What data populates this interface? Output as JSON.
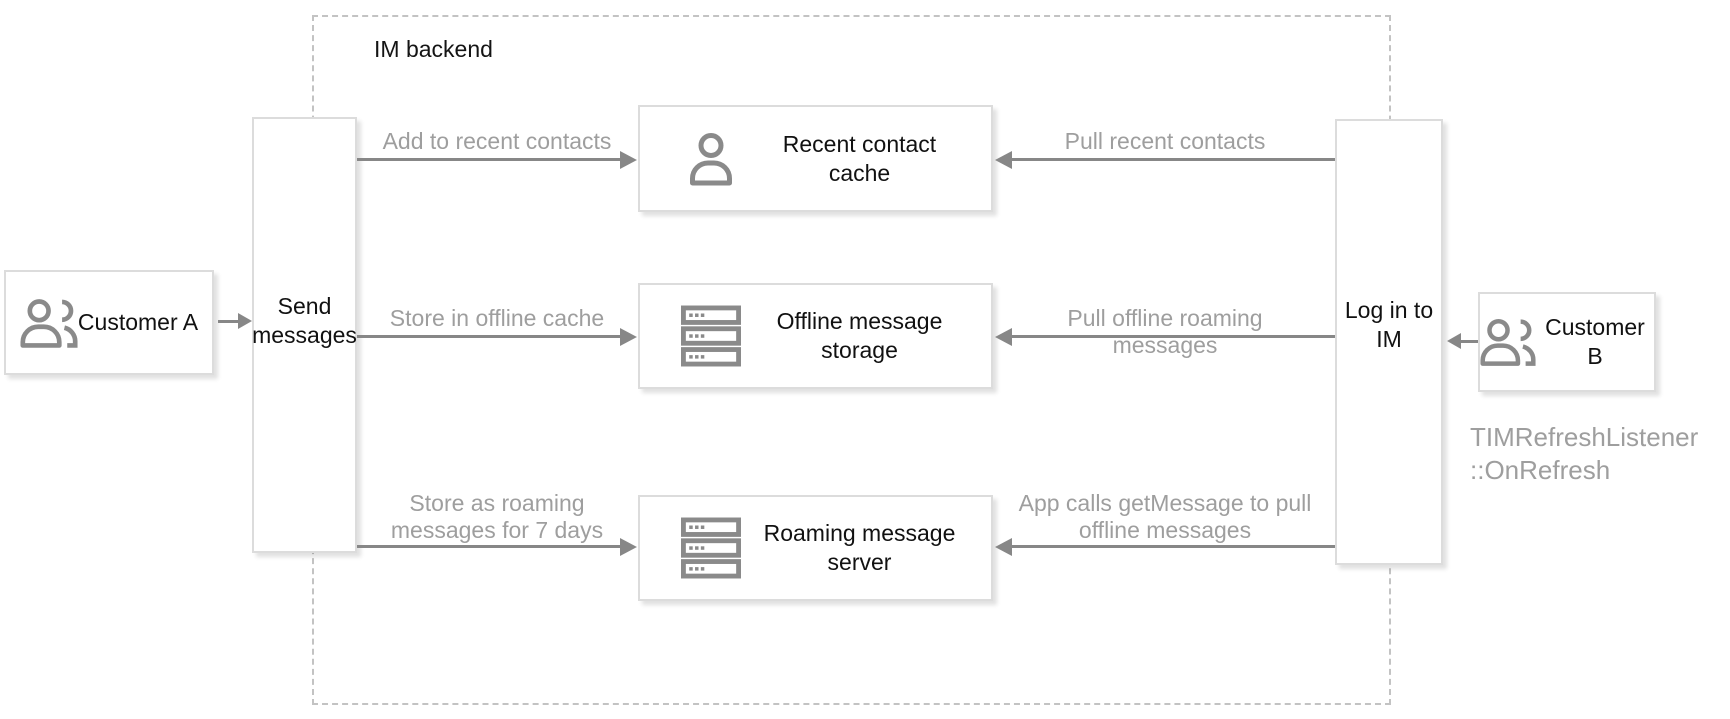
{
  "backend": {
    "label": "IM backend"
  },
  "nodes": {
    "customer_a": {
      "label": "Customer A",
      "icon": "users-icon"
    },
    "send_messages": {
      "label": "Send\nmessages"
    },
    "recent_contact_cache": {
      "label": "Recent contact\ncache",
      "icon": "person-icon"
    },
    "offline_message_storage": {
      "label": "Offline message\nstorage",
      "icon": "server-icon"
    },
    "roaming_message_server": {
      "label": "Roaming message\nserver",
      "icon": "server-icon"
    },
    "log_in_to_im": {
      "label": "Log in to\nIM"
    },
    "customer_b": {
      "label": "Customer B",
      "icon": "users-icon"
    }
  },
  "flows": {
    "customer_a_send": {
      "label": "",
      "from": "Customer A",
      "to": "Send messages",
      "direction": "right"
    },
    "add_to_recent_contacts": {
      "label": "Add to recent contacts",
      "from": "Send messages",
      "to": "Recent contact cache",
      "direction": "right"
    },
    "store_in_offline_cache": {
      "label": "Store in offline cache",
      "from": "Send messages",
      "to": "Offline message storage",
      "direction": "right"
    },
    "store_as_roaming": {
      "label": "Store as roaming\nmessages for 7 days",
      "from": "Send messages",
      "to": "Roaming message server",
      "direction": "right"
    },
    "pull_recent_contacts": {
      "label": "Pull recent contacts",
      "from": "Log in to IM",
      "to": "Recent contact cache",
      "direction": "left"
    },
    "pull_offline_roaming": {
      "label": "Pull offline roaming messages",
      "from": "Log in to IM",
      "to": "Offline message storage",
      "direction": "left"
    },
    "app_calls_getmessage": {
      "label": "App calls getMessage to pull\noffline messages",
      "from": "Log in to IM",
      "to": "Roaming message server",
      "direction": "left"
    },
    "customer_b_login": {
      "label": "",
      "from": "Customer B",
      "to": "Log in to IM",
      "direction": "left"
    }
  },
  "annotation": {
    "label": "TIMRefreshListener\n::OnRefresh"
  },
  "colors": {
    "background": "#ffffff",
    "box_border": "#dcdcdc",
    "dashed_border": "#c3c3c3",
    "arrow": "#878787",
    "icon": "#8a8a8a",
    "text": "#111111",
    "muted_text": "#9e9e9e"
  }
}
